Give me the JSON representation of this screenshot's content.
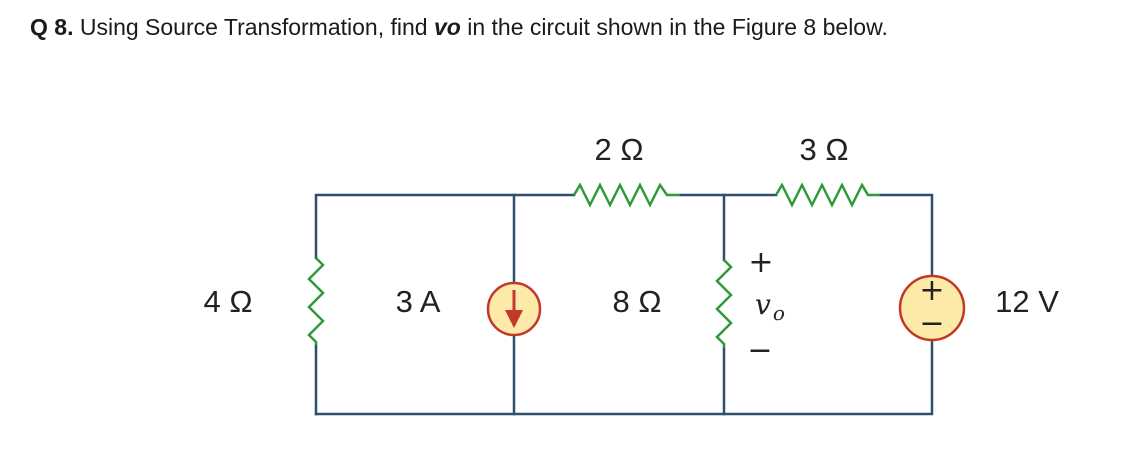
{
  "question": {
    "number": "Q 8.",
    "text_before": " Using Source Transformation, find ",
    "var_main": "v",
    "var_sub": "o",
    "text_after": " in the circuit shown in the Figure 8 below."
  },
  "circuit": {
    "r_left": "4 Ω",
    "current_source": "3 A",
    "r_top_left": "2 Ω",
    "r_middle": "8 Ω",
    "r_top_right": "3 Ω",
    "voltage_source": "12 V",
    "vo_plus": "+",
    "vo_main": "v",
    "vo_sub": "o",
    "vo_minus": "−",
    "vs_plus": "+",
    "vs_minus": "−"
  },
  "colors": {
    "wire": "#2f4f6f",
    "resistor": "#2e9a3c",
    "source_fill": "#fde9a8",
    "source_stroke": "#c0392b",
    "arrow": "#c0392b"
  }
}
